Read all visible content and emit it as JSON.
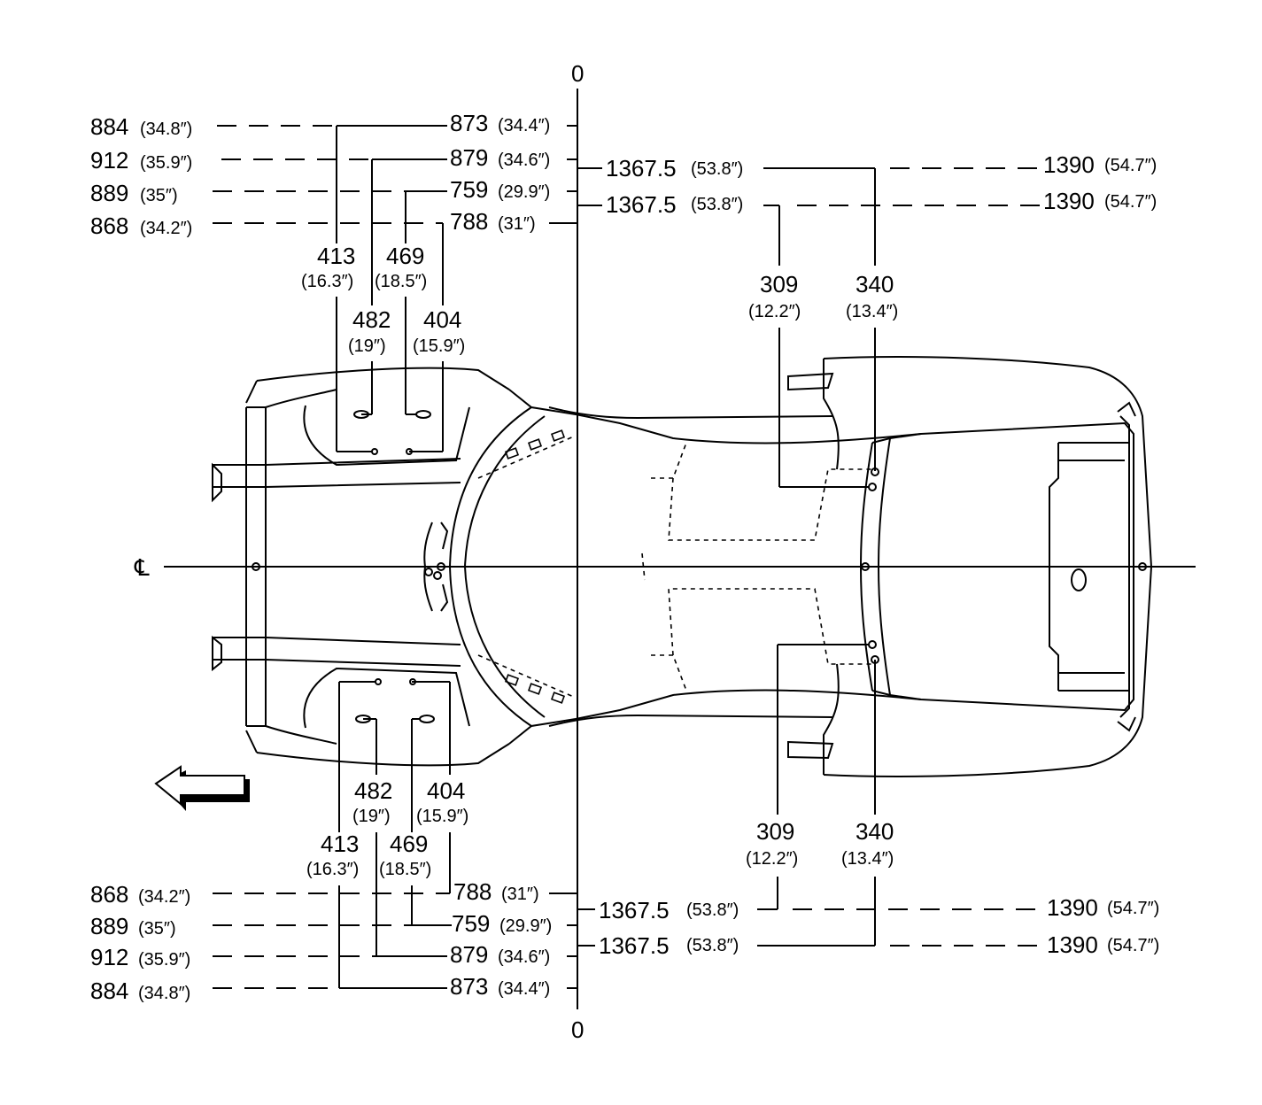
{
  "zero_top": "0",
  "zero_bottom": "0",
  "centerline_symbol": "℄",
  "top_left": [
    {
      "left": "884",
      "left_in": "(34.8″)",
      "right": "873",
      "right_in": "(34.4″)"
    },
    {
      "left": "912",
      "left_in": "(35.9″)",
      "right": "879",
      "right_in": "(34.6″)"
    },
    {
      "left": "889",
      "left_in": "(35″)",
      "right": "759",
      "right_in": "(29.9″)"
    },
    {
      "left": "868",
      "left_in": "(34.2″)",
      "right": "788",
      "right_in": "(31″)"
    }
  ],
  "bottom_left": [
    {
      "left": "868",
      "left_in": "(34.2″)",
      "right": "788",
      "right_in": "(31″)"
    },
    {
      "left": "889",
      "left_in": "(35″)",
      "right": "759",
      "right_in": "(29.9″)"
    },
    {
      "left": "912",
      "left_in": "(35.9″)",
      "right": "879",
      "right_in": "(34.6″)"
    },
    {
      "left": "884",
      "left_in": "(34.8″)",
      "right": "873",
      "right_in": "(34.4″)"
    }
  ],
  "top_right": [
    {
      "left": "1367.5",
      "left_in": "(53.8″)",
      "right": "1390",
      "right_in": "(54.7″)"
    },
    {
      "left": "1367.5",
      "left_in": "(53.8″)",
      "right": "1390",
      "right_in": "(54.7″)"
    }
  ],
  "bottom_right": [
    {
      "left": "1367.5",
      "left_in": "(53.8″)",
      "right": "1390",
      "right_in": "(54.7″)"
    },
    {
      "left": "1367.5",
      "left_in": "(53.8″)",
      "right": "1390",
      "right_in": "(54.7″)"
    }
  ],
  "front_top": {
    "d413": "413",
    "d413_in": "(16.3″)",
    "d469": "469",
    "d469_in": "(18.5″)",
    "d482": "482",
    "d482_in": "(19″)",
    "d404": "404",
    "d404_in": "(15.9″)"
  },
  "front_bottom": {
    "d482": "482",
    "d482_in": "(19″)",
    "d404": "404",
    "d404_in": "(15.9″)",
    "d413": "413",
    "d413_in": "(16.3″)",
    "d469": "469",
    "d469_in": "(18.5″)"
  },
  "rear_top": {
    "d309": "309",
    "d309_in": "(12.2″)",
    "d340": "340",
    "d340_in": "(13.4″)"
  },
  "rear_bottom": {
    "d309": "309",
    "d309_in": "(12.2″)",
    "d340": "340",
    "d340_in": "(13.4″)"
  },
  "direction_arrow_icon": "arrow-left-icon"
}
